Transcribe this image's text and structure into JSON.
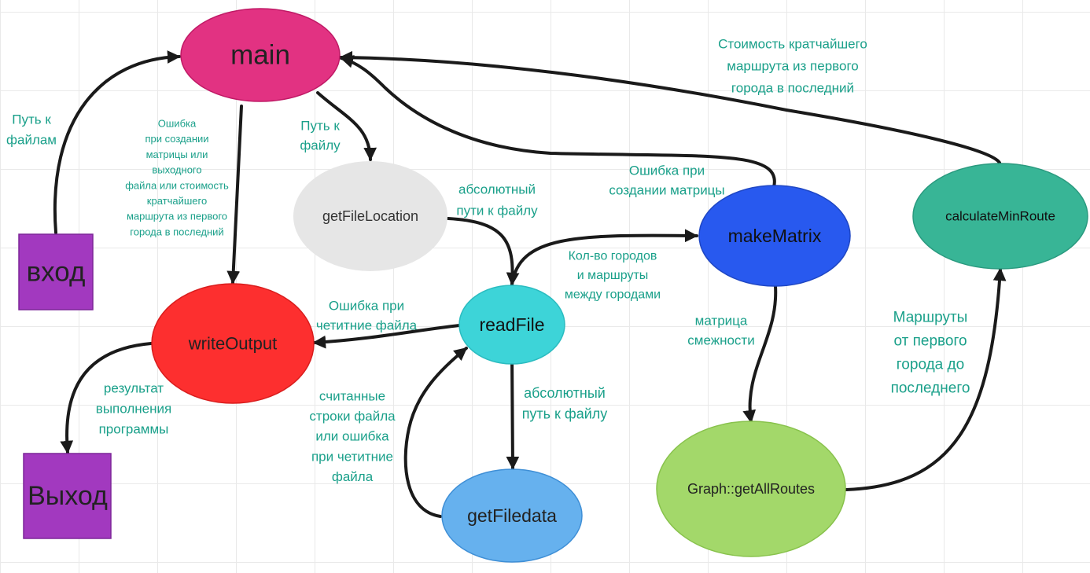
{
  "colors": {
    "edge": "#1a1a1a",
    "label": "#1aa08a",
    "main": "#e23282",
    "getFileLocation": "#e6e6e6",
    "makeMatrix": "#2859ef",
    "calculateMinRoute": "#38b596",
    "readFile": "#3dd4d8",
    "writeOutput": "#fd2f2f",
    "getFiledata": "#66b1ee",
    "getAllRoutes": "#a3d86a",
    "io": "#a239bf"
  },
  "nodes": {
    "main": "main",
    "getFileLocation": "getFileLocation",
    "makeMatrix": "makeMatrix",
    "calculateMinRoute": "calculateMinRoute",
    "readFile": "readFile",
    "writeOutput": "writeOutput",
    "getFiledata": "getFiledata",
    "getAllRoutes": "Graph::getAllRoutes",
    "input": "вход",
    "output": "Выход"
  },
  "labels": {
    "path_to_files": [
      "Путь к",
      "файлам"
    ],
    "main_to_write": [
      "Ошибка",
      "при создании",
      "матрицы или",
      "выходного",
      "файла или стоимость",
      "кратчайшего",
      "маршрута из первого",
      "города в последний"
    ],
    "path_to_file": [
      "Путь к",
      "файлу"
    ],
    "abs_paths": [
      "абсолютный",
      "пути к файлу"
    ],
    "matrix_error": [
      "Ошибка при",
      "создании матрицы"
    ],
    "min_cost": [
      "Стоимость кратчайшего",
      "маршрута из первого",
      "города в последний"
    ],
    "city_count": [
      "Кол-во городов",
      "и маршруты",
      "между городами"
    ],
    "read_error": [
      "Ошибка при",
      "четитние файла"
    ],
    "result": [
      "результат",
      "выполнения",
      "программы"
    ],
    "read_lines": [
      "считанные",
      "строки файла",
      "или ошибка",
      "при четитние",
      "файла"
    ],
    "abs_path": [
      "абсолютный",
      "путь к файлу"
    ],
    "adjacency": [
      "матрица",
      "смежности"
    ],
    "routes": [
      "Маршруты",
      "от первого",
      "города до",
      "последнего"
    ]
  }
}
